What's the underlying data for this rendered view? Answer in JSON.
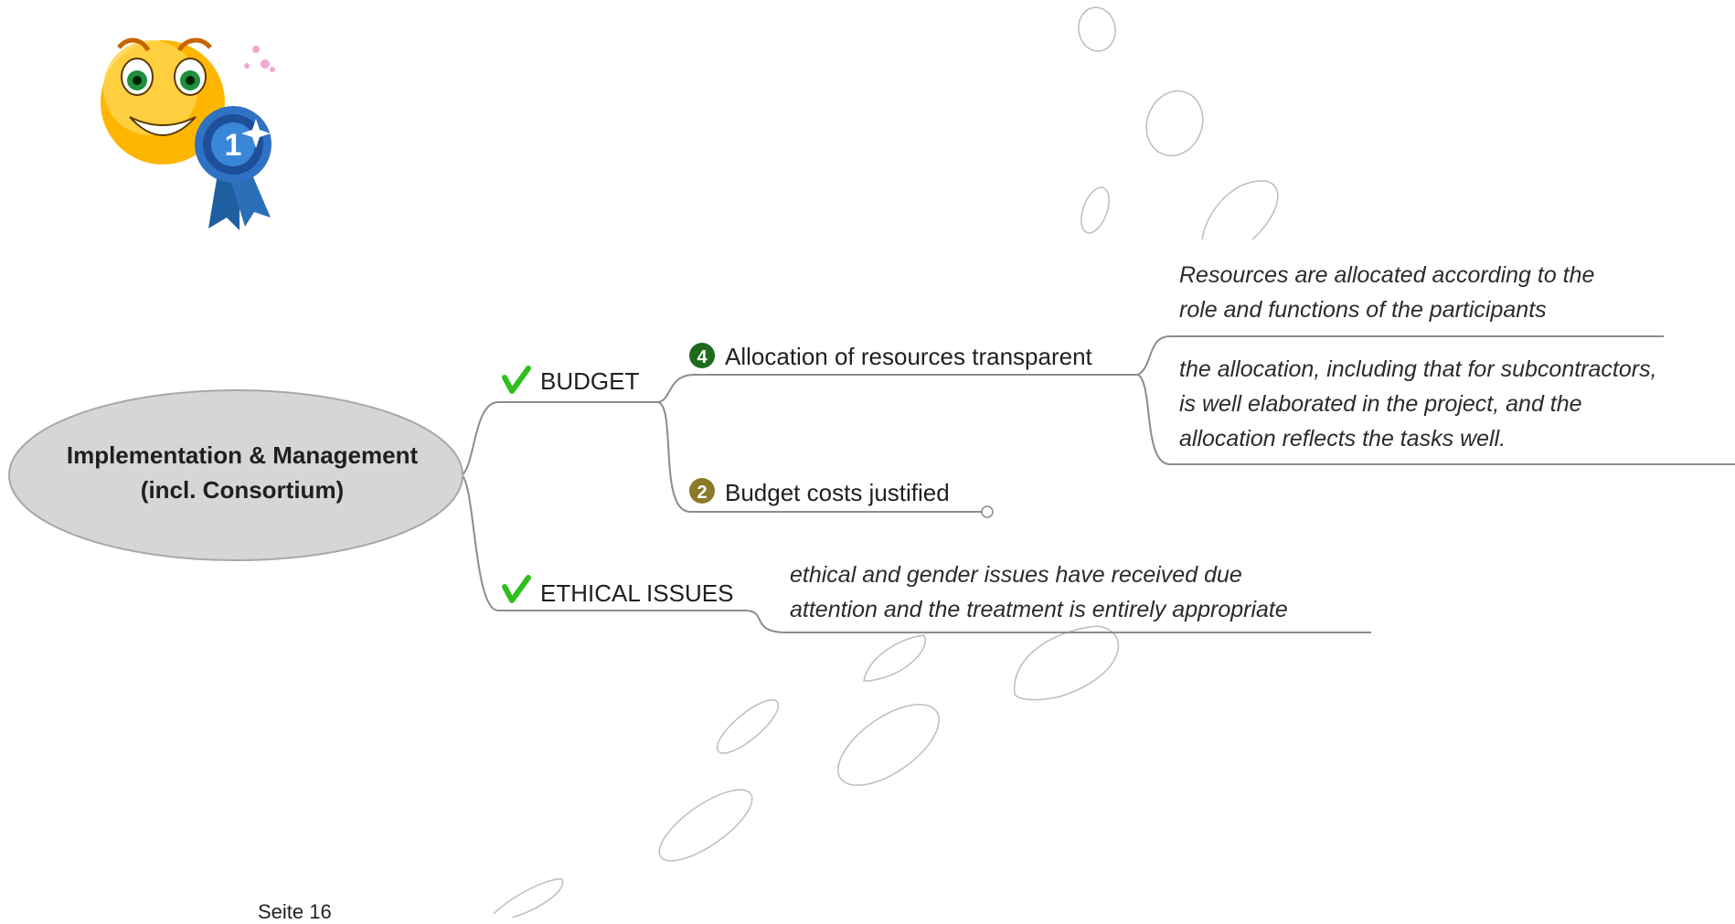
{
  "central_topic": {
    "line1": "Implementation & Management",
    "line2": "(incl. Consortium)"
  },
  "branches": [
    {
      "label": "BUDGET",
      "icon": "checkmark-icon",
      "subtopics": [
        {
          "label": "Allocation of resources transparent",
          "priority": "4",
          "icon": "priority-4-icon",
          "notes": [
            [
              "Resources are allocated according to the",
              "role and functions of the participants"
            ],
            [
              "the allocation, including that for subcontractors,",
              "is well elaborated in the project, and the",
              "allocation reflects the tasks well."
            ]
          ]
        },
        {
          "label": "Budget costs justified",
          "priority": "2",
          "icon": "priority-2-icon"
        }
      ]
    },
    {
      "label": "ETHICAL ISSUES",
      "icon": "checkmark-icon",
      "notes": [
        [
          "ethical and gender issues have received due",
          "attention and the treatment is entirely appropriate"
        ]
      ]
    }
  ],
  "footer": {
    "text": "Seite 16"
  },
  "colors": {
    "central_fill": "#d6d6d6",
    "connector": "#8c8c8c",
    "check": "#2fbf1f",
    "priority_4": "#1e6b1e",
    "priority_2": "#8a7a2a"
  },
  "icons": [
    "smiley-award-icon",
    "checkmark-icon",
    "priority-4-icon",
    "priority-2-icon"
  ]
}
